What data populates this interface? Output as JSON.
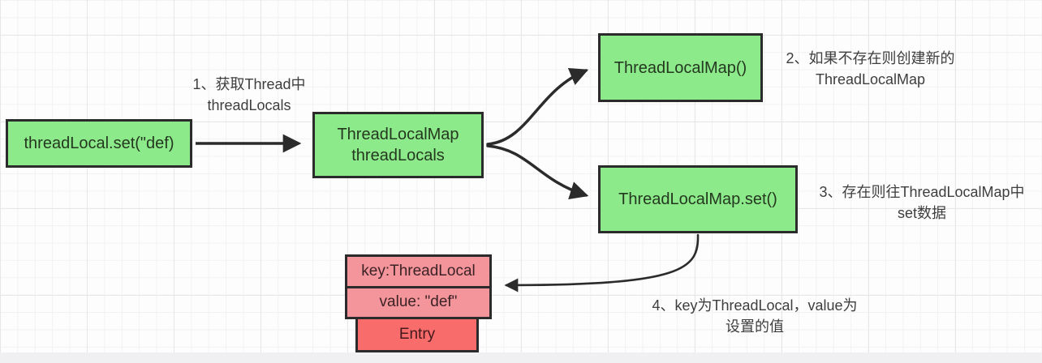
{
  "diagram": {
    "title_implicit": "ThreadLocal set flow diagram",
    "nodes": {
      "start": {
        "label": "threadLocal.set(\"def)"
      },
      "map": {
        "line1": "ThreadLocalMap",
        "line2": "threadLocals"
      },
      "ctor": {
        "label": "ThreadLocalMap()"
      },
      "set": {
        "label": "ThreadLocalMap.set()"
      },
      "entry_key": {
        "label": "key:ThreadLocal"
      },
      "entry_value": {
        "label": "value: \"def\""
      },
      "entry": {
        "label": "Entry"
      }
    },
    "annotations": {
      "a1": {
        "line1": "1、获取Thread中",
        "line2": "threadLocals"
      },
      "a2": {
        "line1": "2、如果不存在则创建新的",
        "line2": "ThreadLocalMap"
      },
      "a3": {
        "line1": "3、存在则往ThreadLocalMap中",
        "line2": "set数据"
      },
      "a4": {
        "line1": "4、key为ThreadLocal，value为",
        "line2": "设置的值"
      }
    },
    "edges": [
      {
        "from": "start",
        "to": "map",
        "style": "straight"
      },
      {
        "from": "map",
        "to": "ctor",
        "style": "curved"
      },
      {
        "from": "map",
        "to": "set",
        "style": "curved"
      },
      {
        "from": "set",
        "to": "entry_key",
        "style": "curved"
      }
    ],
    "colors": {
      "node_green": "#8dea8b",
      "node_pink": "#f4949b",
      "node_red": "#f86c6c",
      "border": "#2b2b2b",
      "arrow": "#2b2b2b",
      "annotation_text": "#3e3e3e",
      "background": "#fdfdfd"
    }
  }
}
